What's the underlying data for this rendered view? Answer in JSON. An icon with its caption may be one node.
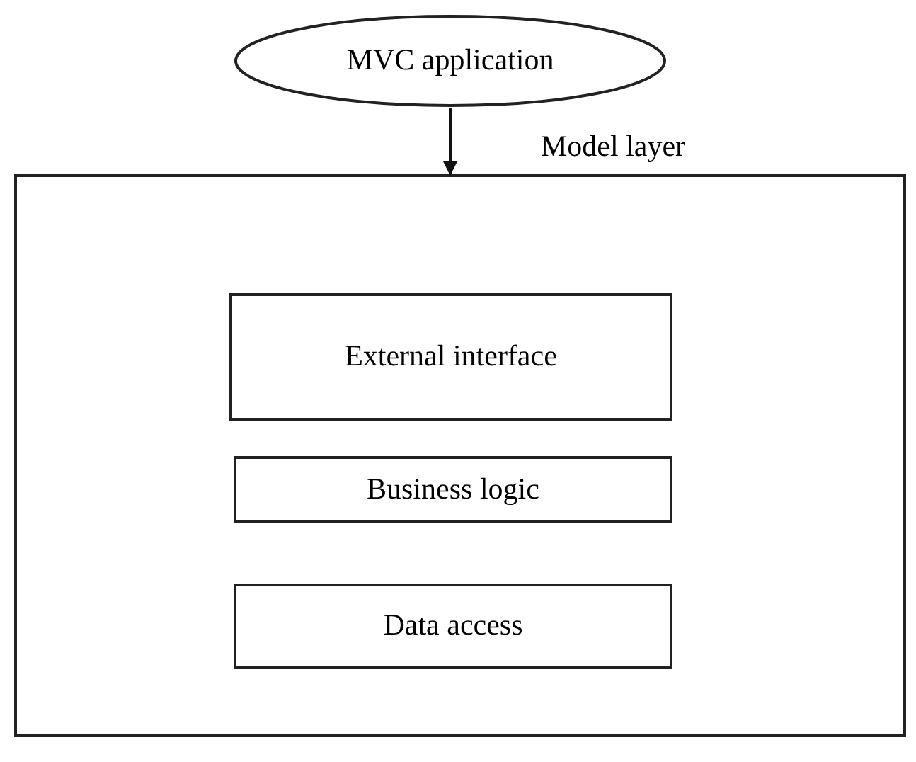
{
  "diagram": {
    "nodes": [
      {
        "text": [
          "MVC application"
        ]
      },
      {
        "text": [
          "Model layer"
        ]
      },
      {
        "text": [
          "External interface"
        ],
        "in": 1
      },
      {
        "text": [
          "Business logic"
        ],
        "in": 1
      },
      {
        "text": [
          "Data access"
        ],
        "in": 1
      }
    ],
    "edges": [
      {
        "from": 0,
        "to": 1,
        "arrow": "to"
      }
    ]
  }
}
